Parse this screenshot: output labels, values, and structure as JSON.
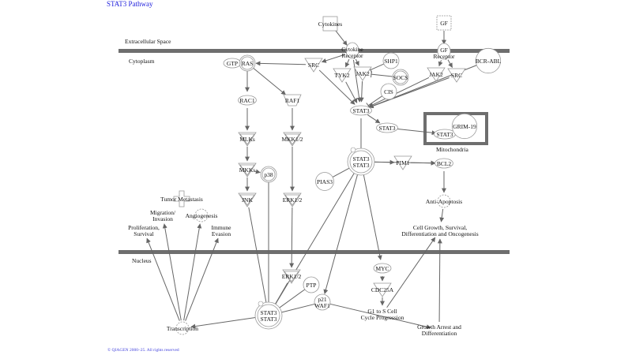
{
  "title": "STAT3 Pathway",
  "copyright": "© QIAGEN 2000–25. All rights reserved",
  "compartments": {
    "extracellular": "Extracellular Space",
    "cytoplasm": "Cytoplasm",
    "nucleus": "Nucleus",
    "mitochondria": "Mitochondria"
  },
  "nodes": [
    {
      "id": "cytokines",
      "label": "Cytokines",
      "shape": "box"
    },
    {
      "id": "gf",
      "label": "GF",
      "shape": "dashbox"
    },
    {
      "id": "cytrec",
      "label": "Cytokine\nReceptor",
      "shape": "receptor"
    },
    {
      "id": "gfrec",
      "label": "GF\nReceptor",
      "shape": "receptor"
    },
    {
      "id": "gtp",
      "label": "GTP",
      "shape": "ellipse"
    },
    {
      "id": "ras",
      "label": "RAS",
      "shape": "dcircle"
    },
    {
      "id": "src1",
      "label": "SRC",
      "shape": "tri"
    },
    {
      "id": "tyk2",
      "label": "TYK2",
      "shape": "tri"
    },
    {
      "id": "jak2a",
      "label": "JAK2",
      "shape": "tri"
    },
    {
      "id": "shp1",
      "label": "SHP1",
      "shape": "circle"
    },
    {
      "id": "socs",
      "label": "SOCS",
      "shape": "dcircle"
    },
    {
      "id": "cis",
      "label": "CIS",
      "shape": "circle"
    },
    {
      "id": "jak2b",
      "label": "JAK2",
      "shape": "tri"
    },
    {
      "id": "src2",
      "label": "SRC",
      "shape": "tri"
    },
    {
      "id": "bcrabl",
      "label": "BCR-ABL",
      "shape": "circle"
    },
    {
      "id": "rac1",
      "label": "RAC1",
      "shape": "ellipse"
    },
    {
      "id": "raf1",
      "label": "RAF1",
      "shape": "trap"
    },
    {
      "id": "stat3",
      "label": "STAT3",
      "shape": "ellipse"
    },
    {
      "id": "pstat3",
      "label": "STAT3",
      "shape": "ellipse"
    },
    {
      "id": "mstat3",
      "label": "STAT3",
      "shape": "ellipse"
    },
    {
      "id": "grim19",
      "label": "GRIM-19",
      "shape": "circle"
    },
    {
      "id": "mlks",
      "label": "MLKs",
      "shape": "dtri"
    },
    {
      "id": "mkk12",
      "label": "MKK1/2",
      "shape": "dtri"
    },
    {
      "id": "mkks",
      "label": "MKKs",
      "shape": "dtri"
    },
    {
      "id": "p38",
      "label": "p38",
      "shape": "dcircle"
    },
    {
      "id": "dimer",
      "label": "STAT3\nSTAT3",
      "shape": "dimer"
    },
    {
      "id": "pim1",
      "label": "PIM1",
      "shape": "tri"
    },
    {
      "id": "bcl2",
      "label": "BCL2",
      "shape": "ellipse"
    },
    {
      "id": "pias3",
      "label": "PIAS3",
      "shape": "circle"
    },
    {
      "id": "jnk",
      "label": "JNK",
      "shape": "dtri"
    },
    {
      "id": "erk12a",
      "label": "ERK1/2",
      "shape": "dtri"
    },
    {
      "id": "tumor",
      "label": "Tumor Metastasis",
      "shape": "cross"
    },
    {
      "id": "migr",
      "label": "Migration/\nInvasion",
      "shape": "none"
    },
    {
      "id": "angio",
      "label": "Angiogenesis",
      "shape": "gear"
    },
    {
      "id": "prolif",
      "label": "Proliferation,\nSurvival",
      "shape": "none"
    },
    {
      "id": "immune",
      "label": "Immune\nEvasion",
      "shape": "none"
    },
    {
      "id": "antiapo",
      "label": "Anti-Apoptosis",
      "shape": "gear"
    },
    {
      "id": "cellgrowth",
      "label": "Cell Growth, Survival,\nDifferentiation and Oncogenesis",
      "shape": "none"
    },
    {
      "id": "myc",
      "label": "MYC",
      "shape": "ellipse"
    },
    {
      "id": "erk12b",
      "label": "ERK1/2",
      "shape": "dtri"
    },
    {
      "id": "ptp",
      "label": "PTP",
      "shape": "circle"
    },
    {
      "id": "cdc25a",
      "label": "CDC25A",
      "shape": "tri"
    },
    {
      "id": "g1s",
      "label": "G1 to S Cell\nCycle Progression",
      "shape": "none"
    },
    {
      "id": "p21",
      "label": "p21\nWAF1",
      "shape": "circle"
    },
    {
      "id": "ndimer",
      "label": "STAT3\nSTAT3",
      "shape": "dimer"
    },
    {
      "id": "transcription",
      "label": "Transcription",
      "shape": "gear"
    },
    {
      "id": "growtharrest",
      "label": "Growth Arrest and\nDifferentiation",
      "shape": "none"
    }
  ],
  "edges": [
    [
      "cytokines",
      "cytrec"
    ],
    [
      "gf",
      "gfrec"
    ],
    [
      "cytrec",
      "src1"
    ],
    [
      "cytrec",
      "tyk2"
    ],
    [
      "cytrec",
      "jak2a"
    ],
    [
      "src1",
      "ras"
    ],
    [
      "gfrec",
      "jak2b"
    ],
    [
      "gfrec",
      "src2"
    ],
    [
      "src1",
      "stat3"
    ],
    [
      "tyk2",
      "stat3"
    ],
    [
      "jak2a",
      "stat3"
    ],
    [
      "cytrec",
      "stat3"
    ],
    [
      "jak2b",
      "stat3"
    ],
    [
      "src2",
      "stat3"
    ],
    [
      "bcrabl",
      "stat3"
    ],
    [
      "shp1",
      "jak2a",
      "inhibit"
    ],
    [
      "socs",
      "jak2a",
      "inhibit"
    ],
    [
      "cis",
      "stat3",
      "inhibit"
    ],
    [
      "ras",
      "rac1"
    ],
    [
      "ras",
      "raf1"
    ],
    [
      "rac1",
      "mlks"
    ],
    [
      "raf1",
      "mkk12"
    ],
    [
      "mlks",
      "mkks"
    ],
    [
      "mkk12",
      "erk12a"
    ],
    [
      "mkks",
      "jnk"
    ],
    [
      "mkks",
      "p38"
    ],
    [
      "stat3",
      "pstat3"
    ],
    [
      "pstat3",
      "mstat3"
    ],
    [
      "grim19",
      "mstat3"
    ],
    [
      "stat3",
      "dimer"
    ],
    [
      "dimer",
      "pim1"
    ],
    [
      "pim1",
      "bcl2"
    ],
    [
      "dimer",
      "bcl2"
    ],
    [
      "pias3",
      "dimer",
      "inhibit"
    ],
    [
      "bcl2",
      "antiapo"
    ],
    [
      "antiapo",
      "cellgrowth"
    ],
    [
      "jnk",
      "ndimer"
    ],
    [
      "p38",
      "ndimer"
    ],
    [
      "erk12a",
      "erk12b"
    ],
    [
      "erk12b",
      "ndimer"
    ],
    [
      "dimer",
      "ndimer"
    ],
    [
      "ptp",
      "ndimer",
      "inhibit"
    ],
    [
      "dimer",
      "myc"
    ],
    [
      "dimer",
      "p21"
    ],
    [
      "myc",
      "cdc25a"
    ],
    [
      "cdc25a",
      "g1s"
    ],
    [
      "g1s",
      "cellgrowth"
    ],
    [
      "p21",
      "ndimer",
      "inhibit"
    ],
    [
      "p21",
      "growtharrest"
    ],
    [
      "growtharrest",
      "cellgrowth"
    ],
    [
      "ndimer",
      "transcription"
    ],
    [
      "transcription",
      "prolif"
    ],
    [
      "transcription",
      "migr"
    ],
    [
      "transcription",
      "angio"
    ],
    [
      "transcription",
      "immune"
    ]
  ]
}
